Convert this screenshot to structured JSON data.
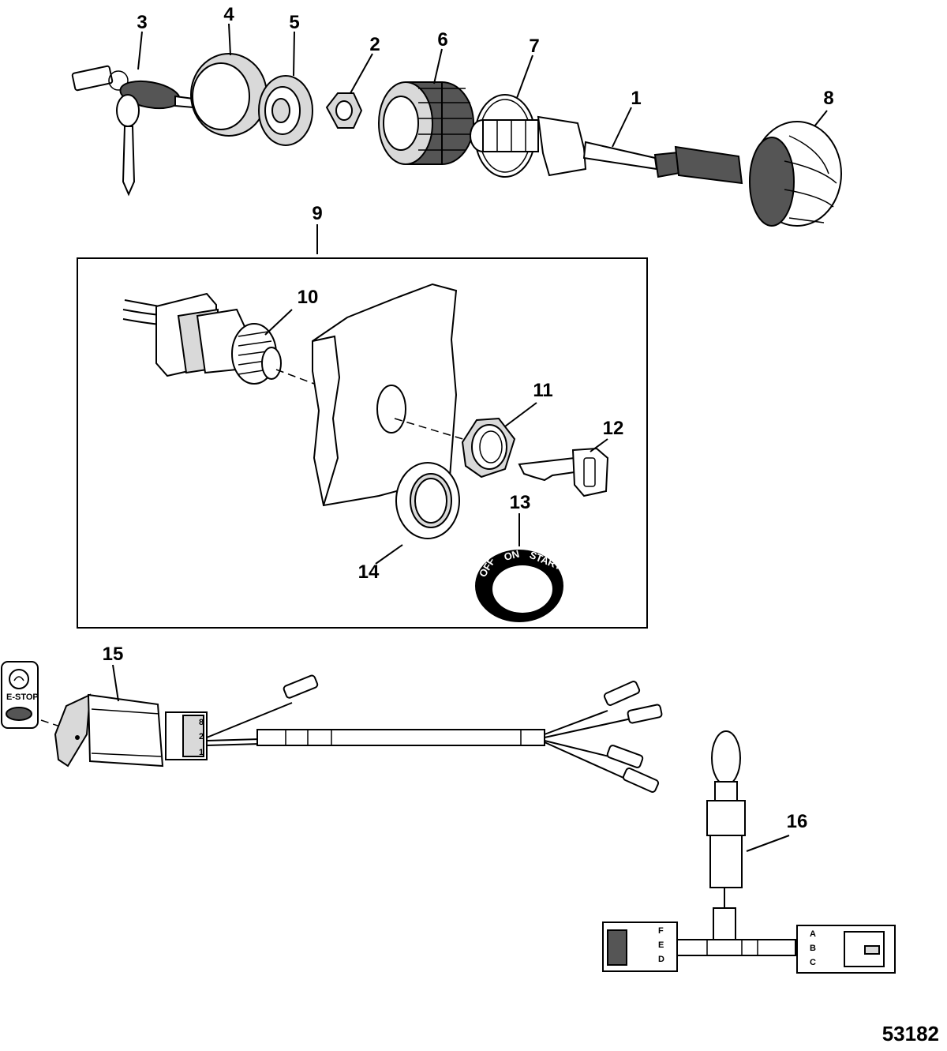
{
  "diagram": {
    "figure_id": "53182",
    "callouts": [
      {
        "id": "c1",
        "label": "1"
      },
      {
        "id": "c2",
        "label": "2"
      },
      {
        "id": "c3",
        "label": "3"
      },
      {
        "id": "c4",
        "label": "4"
      },
      {
        "id": "c5",
        "label": "5"
      },
      {
        "id": "c6",
        "label": "6"
      },
      {
        "id": "c7",
        "label": "7"
      },
      {
        "id": "c8",
        "label": "8"
      },
      {
        "id": "c9",
        "label": "9"
      },
      {
        "id": "c10",
        "label": "10"
      },
      {
        "id": "c11",
        "label": "11"
      },
      {
        "id": "c12",
        "label": "12"
      },
      {
        "id": "c13",
        "label": "13"
      },
      {
        "id": "c14",
        "label": "14"
      },
      {
        "id": "c15",
        "label": "15"
      },
      {
        "id": "c16",
        "label": "16"
      }
    ],
    "switch_ring_labels": {
      "off": "OFF",
      "on": "ON",
      "start": "START"
    },
    "estop_label": "E-STOP",
    "connector_pins": {
      "rocker": [
        "8",
        "2",
        "1"
      ],
      "left_plug": [
        "F",
        "E",
        "D"
      ],
      "right_plug": [
        "A",
        "B",
        "C"
      ]
    }
  }
}
